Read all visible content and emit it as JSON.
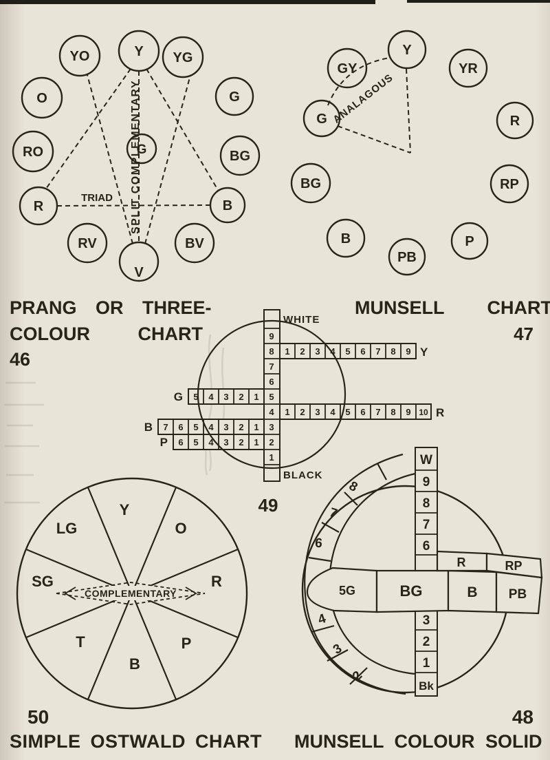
{
  "colors": {
    "paper": "#e9e4d8",
    "ink": "#272419"
  },
  "prang": {
    "title_line1": "PRANG OR THREE-",
    "title_line2": "COLOUR CHART",
    "figure_number": "46",
    "triad_label": "TRIAD",
    "split_complementary_label": "SPLIT COMPLEMENTARY",
    "center": "G",
    "nodes": {
      "y": "Y",
      "yo": "YO",
      "yg": "YG",
      "o": "O",
      "g": "G",
      "ro": "RO",
      "bg": "BG",
      "r": "R",
      "b": "B",
      "rv": "RV",
      "bv": "BV",
      "v": "V"
    }
  },
  "munsell_chart": {
    "title": "MUNSELL CHART",
    "figure_number": "47",
    "analagous_label": "ANALAGOUS",
    "nodes": {
      "y": "Y",
      "gy": "GY",
      "yr": "YR",
      "g": "G",
      "r": "R",
      "bg": "BG",
      "rp": "RP",
      "b": "B",
      "pb": "PB",
      "p": "P"
    }
  },
  "value_scale": {
    "figure_number": "49",
    "white_label": "WHITE",
    "black_label": "BLACK",
    "column": [
      "9",
      "8",
      "7",
      "6",
      "5",
      "4",
      "3",
      "2",
      "1"
    ],
    "row_y": {
      "cells": [
        "1",
        "2",
        "3",
        "4",
        "5",
        "6",
        "7",
        "8",
        "9"
      ],
      "label": "Y"
    },
    "row_g": {
      "label": "G",
      "cells": [
        "5",
        "4",
        "3",
        "2",
        "1"
      ]
    },
    "row_r": {
      "cells": [
        "1",
        "2",
        "3",
        "4",
        "5",
        "6",
        "7",
        "8",
        "9",
        "10"
      ],
      "label": "R"
    },
    "row_b": {
      "label": "B",
      "cells": [
        "7",
        "6",
        "5",
        "4",
        "3",
        "2",
        "1"
      ]
    },
    "row_p": {
      "label": "P",
      "cells": [
        "6",
        "5",
        "4",
        "3",
        "2",
        "1"
      ]
    }
  },
  "ostwald": {
    "figure_number": "50",
    "title": "SIMPLE OSTWALD CHART",
    "complementary_label": "COMPLEMENTARY",
    "sectors": {
      "y": "Y",
      "o": "O",
      "lg": "LG",
      "r": "R",
      "sg": "SG",
      "p": "P",
      "t": "T",
      "b": "B"
    }
  },
  "munsell_solid": {
    "figure_number": "48",
    "title": "MUNSELL COLOUR SOLID",
    "pole_top": "W",
    "pole_bottom": "Bk",
    "upper_steps": [
      "9",
      "8",
      "7",
      "6"
    ],
    "lower_steps": [
      "3",
      "2",
      "1"
    ],
    "belt_top": {
      "r": "R",
      "rp": "RP"
    },
    "belt_front": {
      "bg": "BG",
      "b": "B",
      "pb": "PB"
    },
    "belt_left": "5G",
    "meridian_steps": [
      "8",
      "7",
      "6",
      "4",
      "3",
      "2"
    ]
  }
}
